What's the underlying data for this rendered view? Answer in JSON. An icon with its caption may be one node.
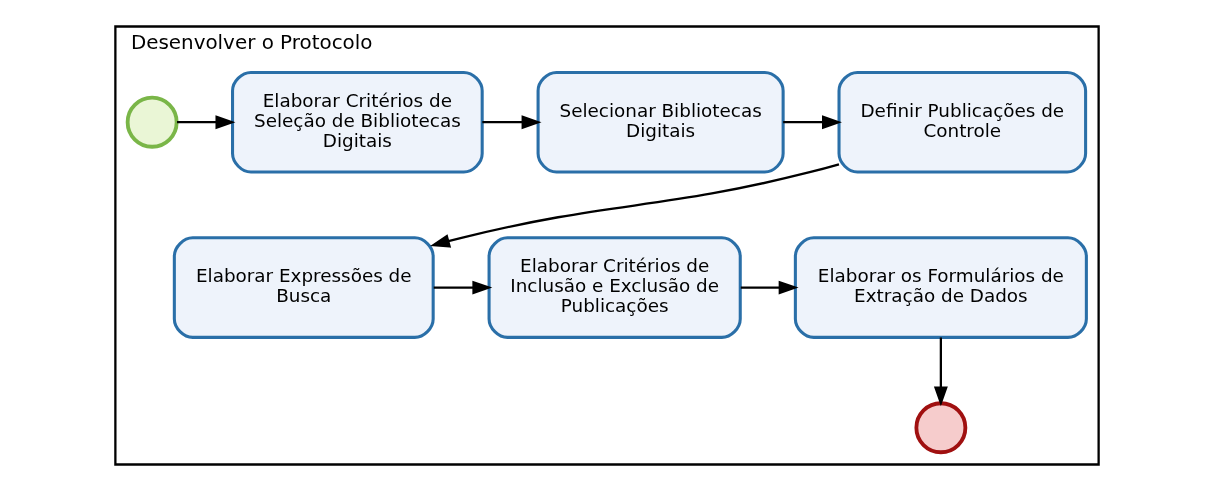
{
  "diagram": {
    "nodes": [
      {
        "text": [
          "Desenvolver o Protocolo"
        ]
      },
      {
        "text": [],
        "shape": "circle",
        "in": 0
      },
      {
        "text": [
          "Elaborar Critérios de Seleção de Bibliotecas Digitais"
        ],
        "in": 0
      },
      {
        "text": [
          "Selecionar Bibliotecas Digitais"
        ],
        "in": 0
      },
      {
        "text": [
          "Definir Publicações de Controle"
        ],
        "in": 0
      },
      {
        "text": [
          "Elaborar os Formulários de Extração de Dados"
        ],
        "in": 0
      },
      {
        "text": [
          "Elaborar Critérios de Inclusão e Exclusão de Publicações"
        ],
        "in": 0
      },
      {
        "text": [
          "Elaborar Expressões de Busca"
        ],
        "in": 0
      },
      {
        "text": [],
        "shape": "circle",
        "in": 0
      }
    ],
    "edges": [
      {
        "from": 1,
        "to": 2,
        "arrow": "to"
      },
      {
        "from": 2,
        "to": 3,
        "arrow": "to"
      },
      {
        "from": 3,
        "to": 4,
        "arrow": "to"
      },
      {
        "from": 4,
        "to": 7,
        "arrow": "to"
      },
      {
        "from": 7,
        "to": 6,
        "arrow": "to"
      },
      {
        "from": 6,
        "to": 5,
        "arrow": "to"
      },
      {
        "from": 5,
        "to": 8,
        "arrow": "to"
      }
    ]
  }
}
